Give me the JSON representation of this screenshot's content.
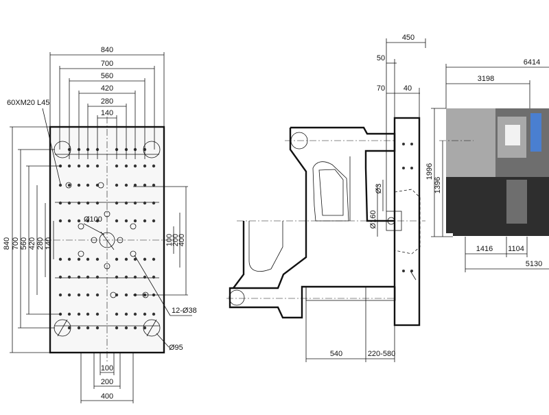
{
  "platen": {
    "width_dims": [
      "840",
      "700",
      "560",
      "420",
      "280",
      "140"
    ],
    "height_dims": [
      "840",
      "700",
      "560",
      "420",
      "280",
      "140"
    ],
    "right_dims": [
      "100",
      "200",
      "400"
    ],
    "bottom_dims": [
      "100",
      "200",
      "400"
    ],
    "thread_label": "60XM20  L45",
    "center_hole_label": "Ø100",
    "holes_label": "12-Ø38",
    "corner_label": "Ø95"
  },
  "side_view": {
    "top_dims": [
      "450",
      "50",
      "70",
      "40"
    ],
    "ejector_dia": "Ø160",
    "small_dia": "Ø3",
    "bottom_dims": [
      "540",
      "220-580"
    ]
  },
  "machine": {
    "length_total": "6414",
    "length_unit": "3198",
    "height_total": "1996",
    "height_unit": "1396",
    "base_dims": [
      "1416",
      "1104"
    ],
    "base_total": "5130",
    "colors": {
      "body": "#6e6e6e",
      "dark": "#2e2e2e",
      "light": "#a9a9a9",
      "screen": "#4a7fd0"
    }
  }
}
